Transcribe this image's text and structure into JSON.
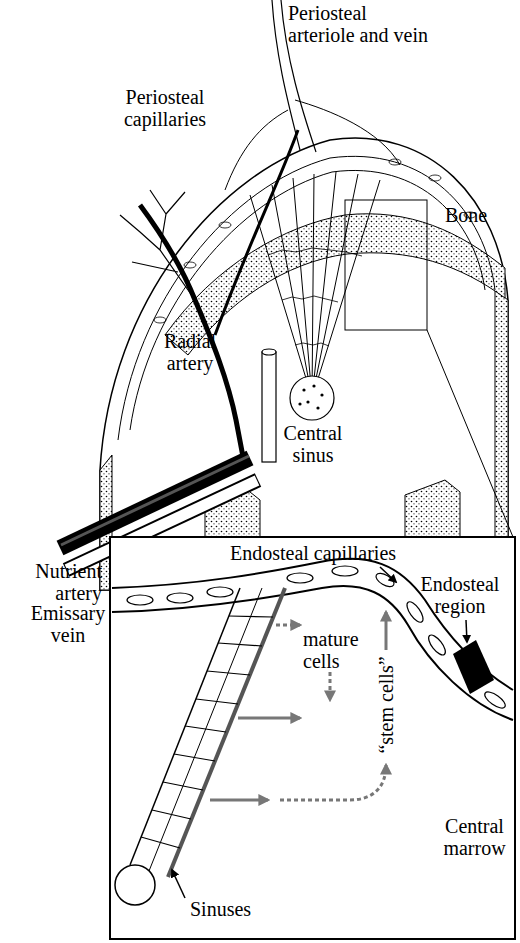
{
  "diagram": {
    "labels": [
      "Periosteal arteriole and vein",
      "Periosteal capillaries",
      "Bone",
      "Radial artery",
      "Central sinus",
      "Nutrient artery",
      "Emissary vein",
      "Endosteal capillaries",
      "Endosteal region",
      "mature cells",
      "“stem cells”",
      "Central marrow",
      "Sinuses"
    ]
  }
}
